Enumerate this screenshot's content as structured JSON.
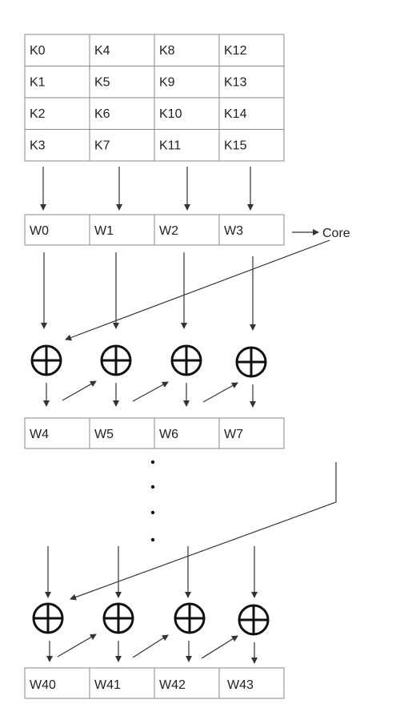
{
  "key_grid": {
    "rows": [
      [
        "K0",
        "K4",
        "K8",
        "K12"
      ],
      [
        "K1",
        "K5",
        "K9",
        "K13"
      ],
      [
        "K2",
        "K6",
        "K10",
        "K14"
      ],
      [
        "K3",
        "K7",
        "K11",
        "K15"
      ]
    ]
  },
  "w_rows": [
    [
      "W0",
      "W1",
      "W2",
      "W3"
    ],
    [
      "W4",
      "W5",
      "W6",
      "W7"
    ],
    [
      "W40",
      "W41",
      "W42",
      "W43"
    ]
  ],
  "core_label": "Core",
  "colors": {
    "stroke": "#333333",
    "grid": "#8a8a8a",
    "text": "#222222"
  }
}
